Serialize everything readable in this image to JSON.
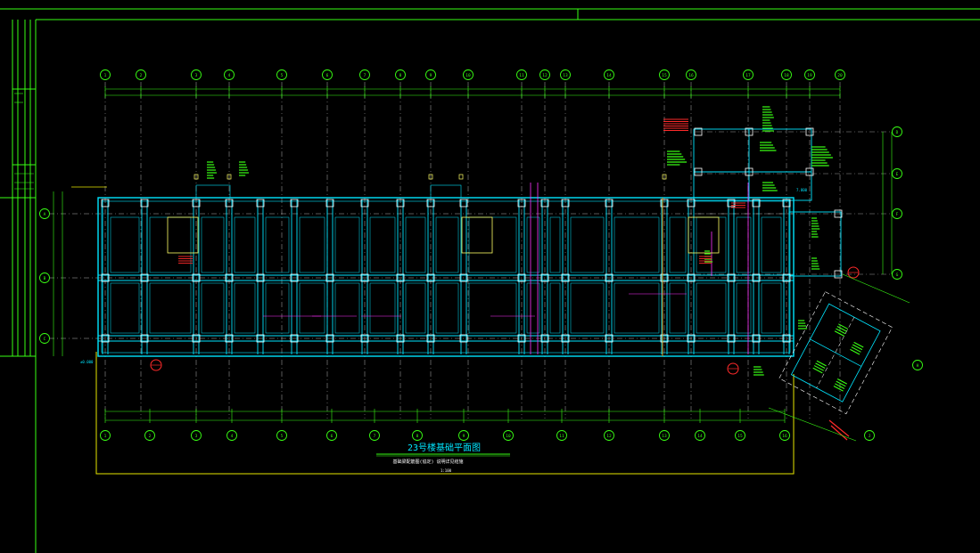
{
  "drawing": {
    "title": "23号楼基础平面图",
    "subtitle": "基础梁配筋图(協定) 说明详见结施",
    "scale_note": "1:100"
  },
  "colors": {
    "background": "#000000",
    "frame": "#39ff14",
    "beam": "#00e5ff",
    "grid": "#ffffff",
    "dim": "#39ff14",
    "rebar": "#ffff66",
    "pipe": "#ff33ff",
    "mark": "#ff2a2a",
    "border": "#e6e600"
  },
  "grid_axes": {
    "top": [
      "1",
      "2",
      "3",
      "4",
      "5",
      "6",
      "7",
      "8",
      "9",
      "10",
      "11",
      "12",
      "13",
      "14",
      "15",
      "16",
      "17",
      "18",
      "19",
      "20"
    ],
    "bottom": [
      "1",
      "2",
      "3",
      "4",
      "5",
      "6",
      "7",
      "8",
      "9",
      "10",
      "11",
      "12",
      "13",
      "14",
      "15",
      "16"
    ],
    "left": [
      "A",
      "B",
      "C"
    ],
    "right": [
      "D",
      "E",
      "F",
      "G"
    ],
    "skew": [
      "H",
      "J",
      "K"
    ]
  },
  "labels": {
    "left_tag": "±0.000",
    "right_tag": "7.800"
  }
}
